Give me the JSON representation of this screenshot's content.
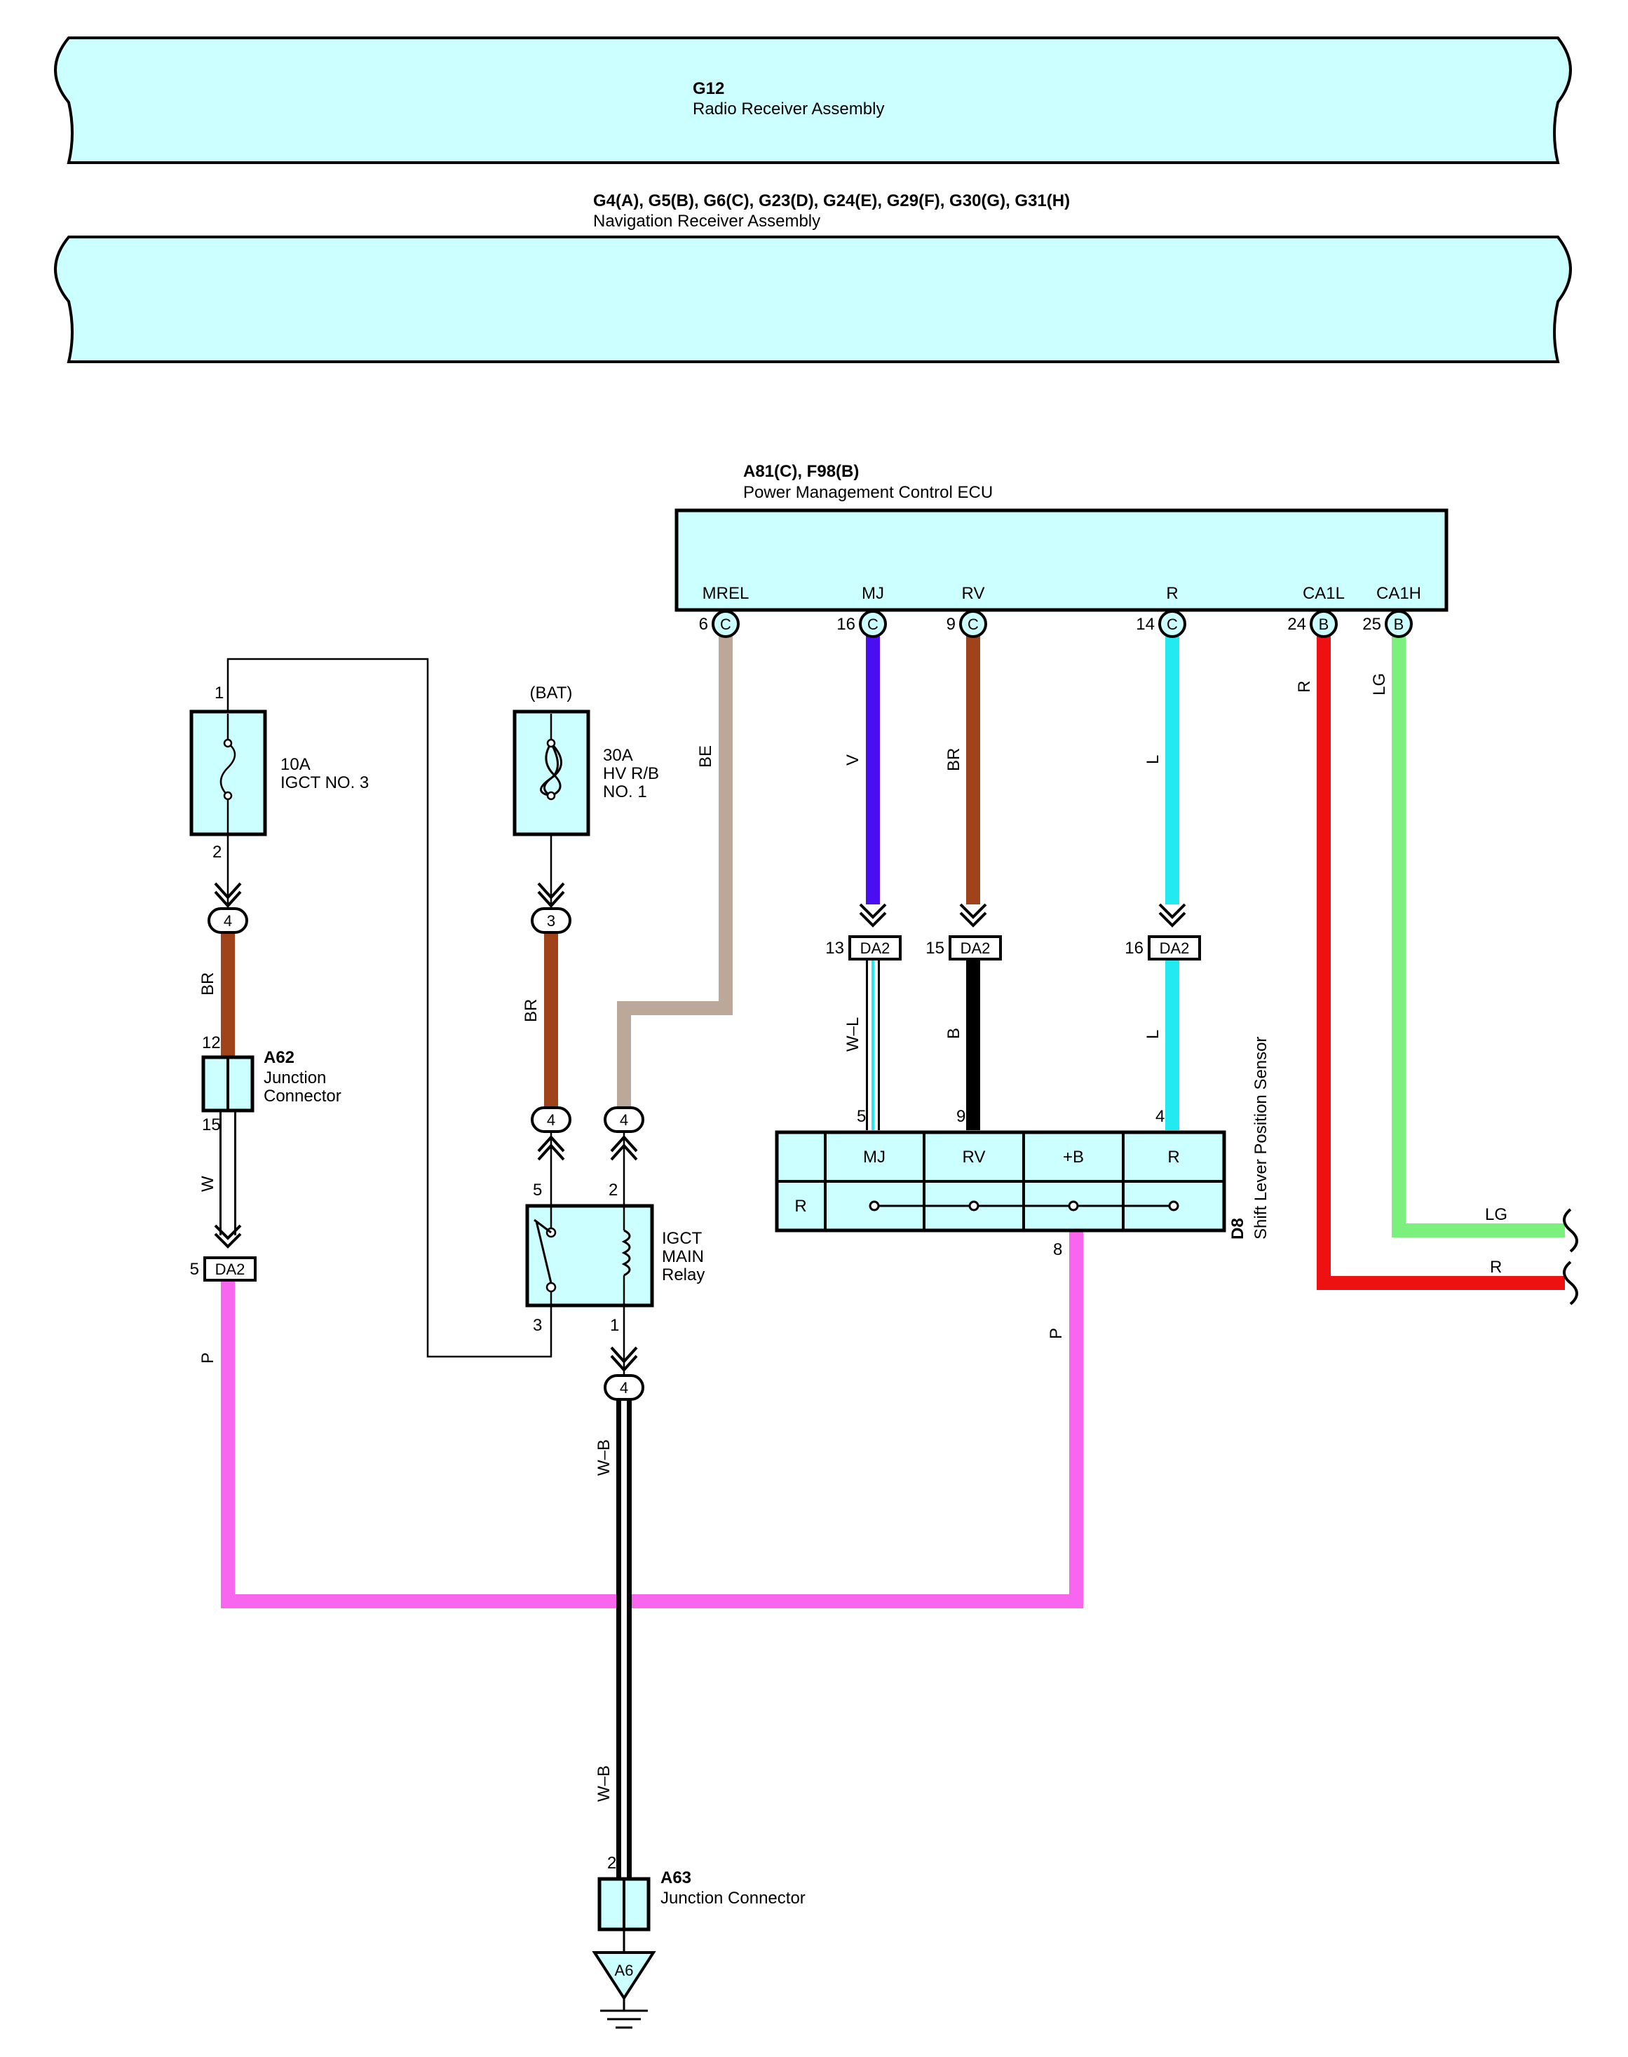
{
  "colors": {
    "component_fill": "#ccffff",
    "outline": "#000000",
    "wire_BR": "#a0421a",
    "wire_BE": "#bca898",
    "wire_V": "#4a0ff0",
    "wire_L": "#22eaf0",
    "wire_R": "#ee1111",
    "wire_LG": "#7cf07c",
    "wire_B": "#000000",
    "wire_P": "#f866f0",
    "wire_W": "#ffffff",
    "wire_WB": "#ffffff",
    "wire_WL": "#ffffff"
  },
  "components": {
    "g12": {
      "code": "G12",
      "name": "Radio Receiver Assembly"
    },
    "nav": {
      "code": "G4(A), G5(B), G6(C), G23(D), G24(E), G29(F), G30(G), G31(H)",
      "name": "Navigation Receiver Assembly"
    },
    "ecu": {
      "code": "A81(C), F98(B)",
      "name": "Power Management Control ECU",
      "terminals": [
        {
          "name": "MREL",
          "pin": "6",
          "conn": "C",
          "wire": "BE"
        },
        {
          "name": "MJ",
          "pin": "16",
          "conn": "C",
          "wire": "V"
        },
        {
          "name": "RV",
          "pin": "9",
          "conn": "C",
          "wire": "BR"
        },
        {
          "name": "R",
          "pin": "14",
          "conn": "C",
          "wire": "L"
        },
        {
          "name": "CA1L",
          "pin": "24",
          "conn": "B",
          "wire": "R"
        },
        {
          "name": "CA1H",
          "pin": "25",
          "conn": "B",
          "wire": "LG"
        }
      ]
    },
    "fuse_igct": {
      "rating": "10A",
      "name": "IGCT NO. 3",
      "pin_top": "1",
      "pin_bottom": "2"
    },
    "fuse_hv": {
      "source": "(BAT)",
      "rating": "30A",
      "name1": "HV R/B",
      "name2": "NO. 1"
    },
    "a62": {
      "code": "A62",
      "name1": "Junction",
      "name2": "Connector",
      "pin_top": "12",
      "pin_bottom": "15"
    },
    "relay": {
      "name1": "IGCT",
      "name2": "MAIN",
      "name3": "Relay",
      "pin5": "5",
      "pin2": "2",
      "pin3": "3",
      "pin1": "1"
    },
    "d8": {
      "code": "D8",
      "name": "Shift Lever Position Sensor",
      "columns": [
        "MJ",
        "RV",
        "+B",
        "R"
      ],
      "row_label": "R",
      "pin_mj": "5",
      "pin_rv": "9",
      "pin_r": "4",
      "pin_bottom": "8"
    },
    "a63": {
      "code": "A63",
      "name": "Junction Connector",
      "pin": "2"
    },
    "ground": {
      "code": "A6"
    }
  },
  "connectors": {
    "fuse_out": "4",
    "hv_out": "3",
    "relay5_in": "4",
    "relay2_in": "4",
    "relay1_out": "4",
    "da2": {
      "code": "DA2",
      "pin_left": "5",
      "pin_mj": "13",
      "pin_rv": "15",
      "pin_r": "16"
    }
  },
  "wire_labels": {
    "mrel": "BE",
    "mj": "V",
    "rv": "BR",
    "r": "L",
    "ca1l": "R",
    "ca1h": "LG",
    "mj_low": "W–L",
    "rv_low": "B",
    "r_low": "L",
    "fuse_br": "BR",
    "hv_br": "BR",
    "a62_w": "W",
    "left_p": "P",
    "d8_p": "P",
    "ground_wb_upper": "W–B",
    "ground_wb_lower": "W–B",
    "out_lg": "LG",
    "out_r": "R"
  }
}
